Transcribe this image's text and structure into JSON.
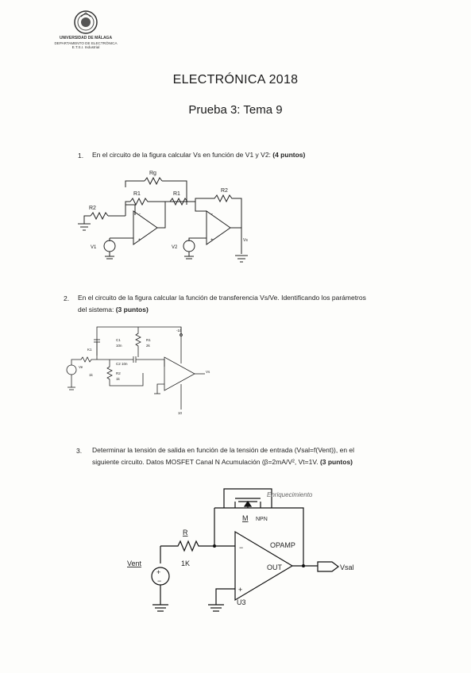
{
  "header": {
    "university": "UNIVERSIDAD DE MÁLAGA",
    "department": "DEPARTAMENTO DE ELECTRÓNICA",
    "school": "E.T.S.I. Industrial"
  },
  "title": "ELECTRÓNICA 2018",
  "subtitle": "Prueba 3: Tema 9",
  "questions": [
    {
      "number": "1.",
      "text": "En el circuito de la figura calcular Vs en función de V1 y V2: ",
      "points": "(4 puntos)",
      "labels": {
        "rg": "Rg",
        "r1a": "R1",
        "r1b": "R1",
        "r2a": "R2",
        "r2b": "R2",
        "v1": "V1",
        "v2": "V2",
        "vs": "Vs"
      }
    },
    {
      "number": "2.",
      "text_line1": "En el circuito de la figura calcular la función de transferencia Vs/Ve. Identificando los parámetros",
      "text_line2": "del sistema: ",
      "points": "(3 puntos)",
      "labels": {
        "c1": "C1",
        "c1v": "10n",
        "r1": "R1",
        "r1v": "2k",
        "k1": "K1",
        "ve": "Ve",
        "v1k": "1k",
        "c2": "C2 10n",
        "r2": "R2",
        "r2v": "1k",
        "neg10": "-10",
        "pos10": "10",
        "vs": "Vs"
      }
    },
    {
      "number": "3.",
      "text_line1": "Determinar la tensión de salida en función de la tensión de entrada (Vsal=f(Vent)), en el",
      "text_line2": "siguiente circuito. Datos MOSFET Canal N Acumulación (β=2mA/V², Vt=1V. ",
      "points": "(3 puntos)",
      "labels": {
        "m": "M",
        "npn": "NPN",
        "handwritten": "Enriquecimiento",
        "opamp": "OPAMP",
        "r": "R",
        "rv": "1K",
        "vent": "Vent",
        "out": "OUT",
        "vsal": "Vsal",
        "u3": "U3"
      }
    }
  ]
}
